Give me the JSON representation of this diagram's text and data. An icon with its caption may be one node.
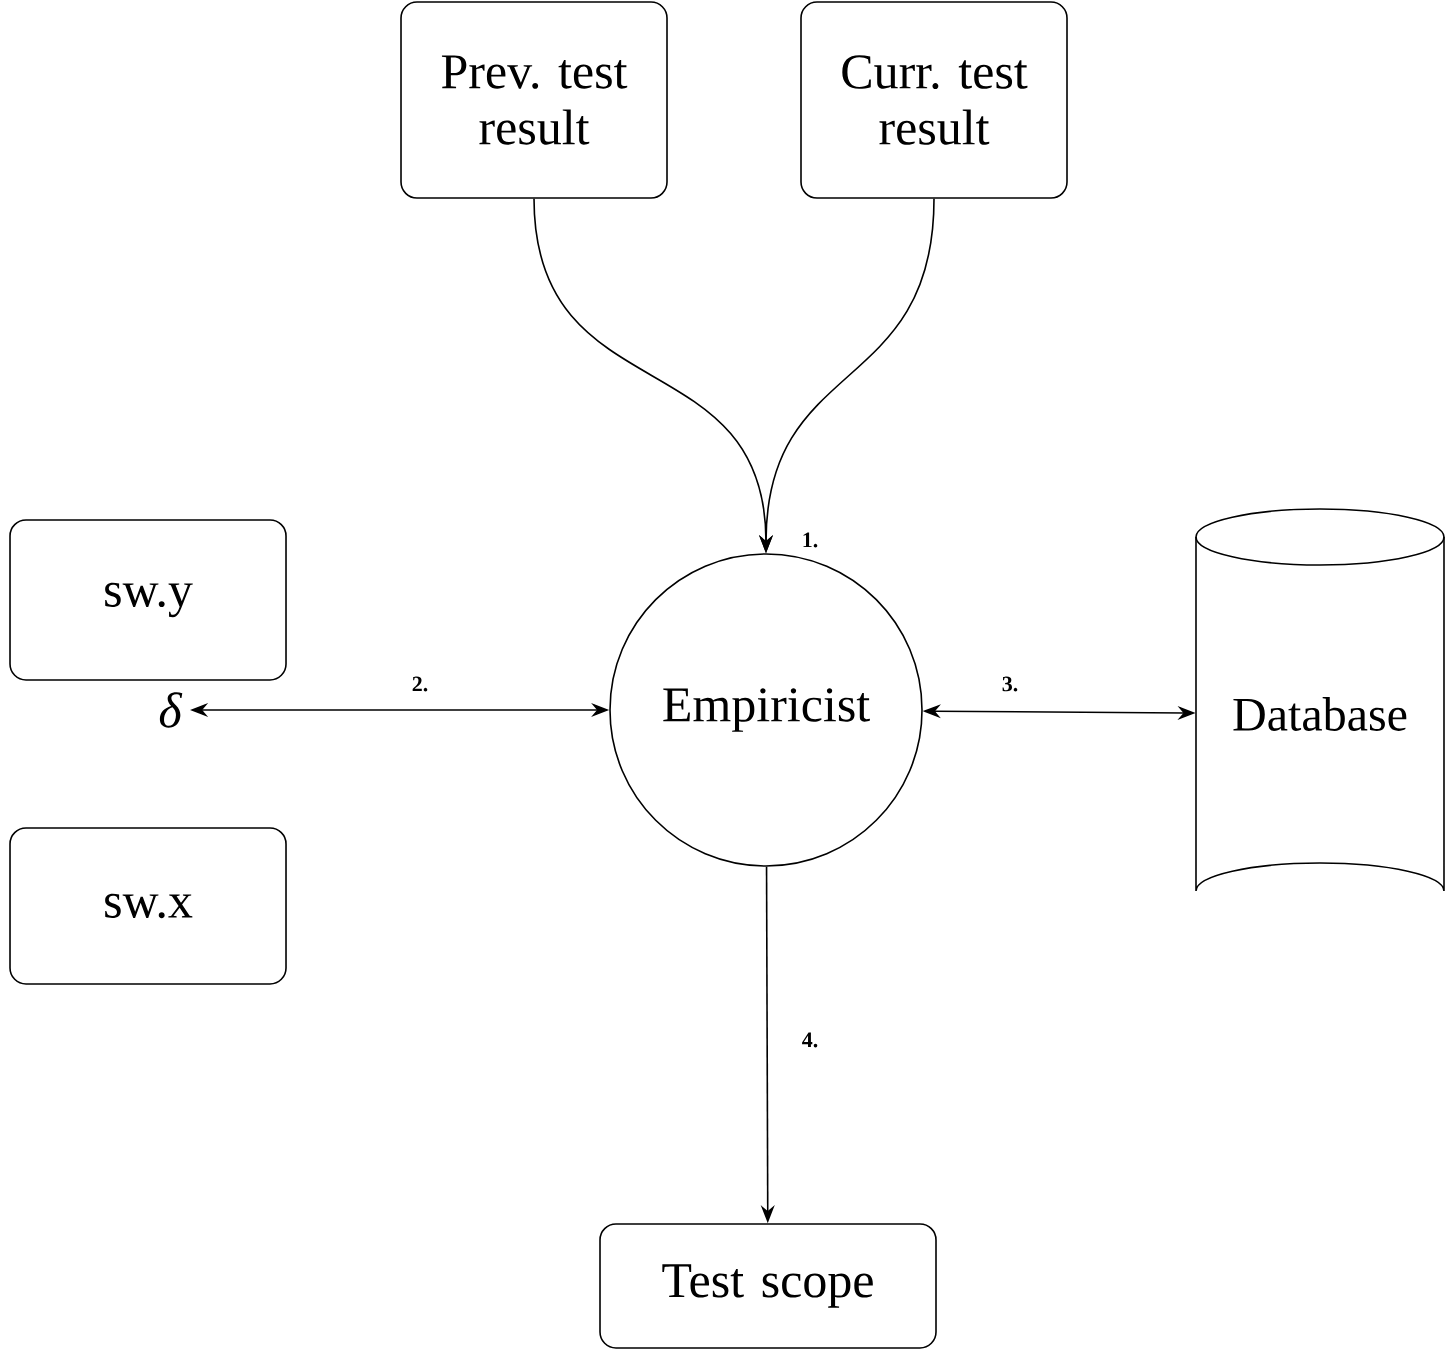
{
  "diagram": {
    "nodes": [
      {
        "text": [
          "Prev. test result"
        ]
      },
      {
        "text": [
          "Curr. test result"
        ]
      },
      {
        "text": [
          "Empiricist"
        ]
      },
      {
        "text": [
          "Database"
        ]
      },
      {
        "text": [
          "δ"
        ]
      },
      {
        "text": [
          "sw.y"
        ]
      },
      {
        "text": [
          "sw.x"
        ]
      },
      {
        "text": [
          "Test scope"
        ]
      }
    ],
    "edges": [
      {
        "from": 0,
        "to": 2,
        "arrow": "to",
        "label": "1."
      },
      {
        "from": 1,
        "to": 2,
        "arrow": "to"
      },
      {
        "from": 4,
        "to": 2,
        "arrow": "both",
        "label": "2."
      },
      {
        "from": 2,
        "to": 3,
        "arrow": "both",
        "label": "3."
      },
      {
        "from": 2,
        "to": 7,
        "arrow": "to",
        "label": "4."
      }
    ]
  }
}
